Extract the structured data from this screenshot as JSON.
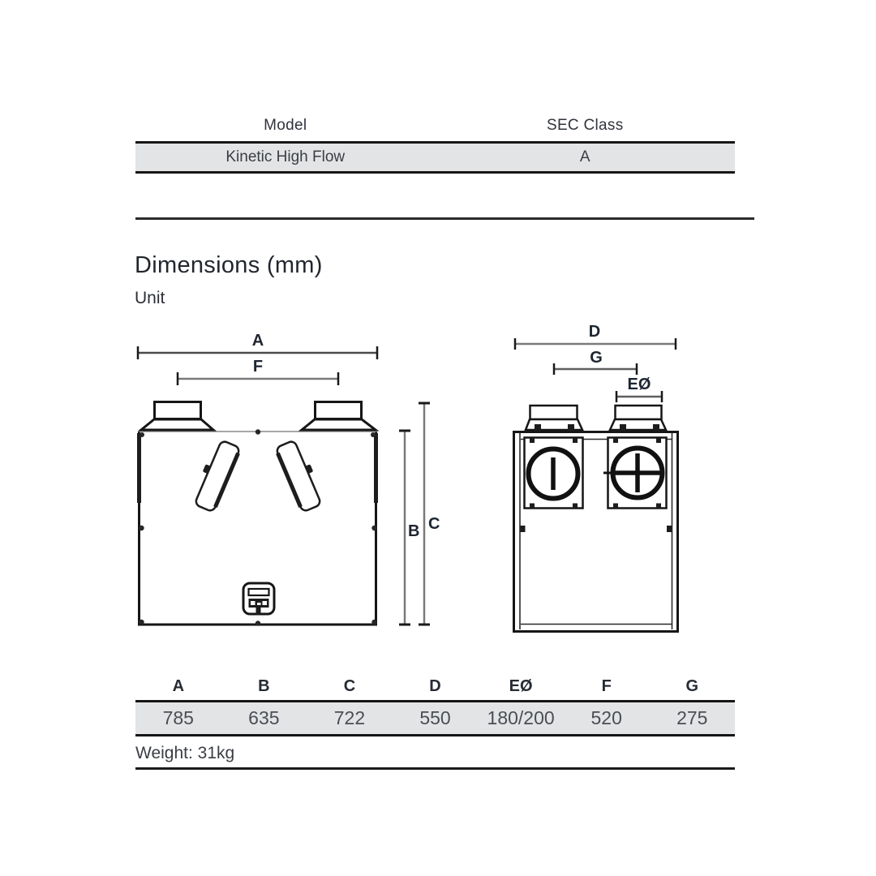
{
  "model_table": {
    "headers": [
      "Model",
      "SEC Class"
    ],
    "row": [
      "Kinetic High Flow",
      "A"
    ]
  },
  "section": {
    "title": "Dimensions (mm)",
    "subtitle": "Unit"
  },
  "diagram": {
    "front": {
      "a": "A",
      "f": "F",
      "b": "B",
      "c": "C"
    },
    "side": {
      "d": "D",
      "g": "G",
      "e": "EØ"
    }
  },
  "dimensions_table": {
    "headers": [
      "A",
      "B",
      "C",
      "D",
      "EØ",
      "F",
      "G"
    ],
    "values": [
      "785",
      "635",
      "722",
      "550",
      "180/200",
      "520",
      "275"
    ]
  },
  "weight_label": "Weight: 31kg",
  "colors": {
    "row_background": "#e3e4e6",
    "border": "#161616",
    "dimension_line": "#7a7a7a",
    "text": "#2a2a2a"
  }
}
